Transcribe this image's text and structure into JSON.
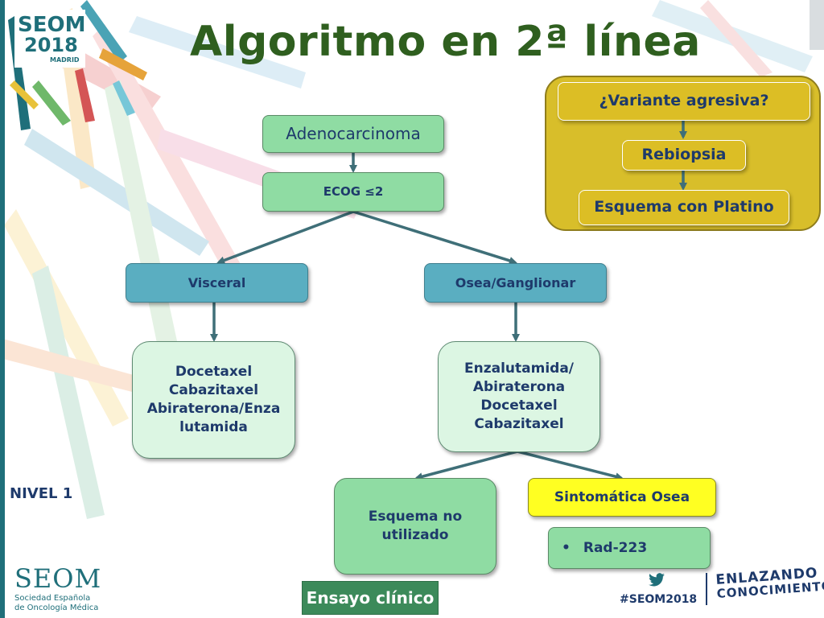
{
  "title": "Algoritmo en 2ª línea",
  "logo": {
    "line1": "SEOM",
    "line2": "2018",
    "line3": "MADRID"
  },
  "nodes": {
    "adenocarcinoma": "Adenocarcinoma",
    "ecog": "ECOG ≤2",
    "visceral": "Visceral",
    "osea": "Osea/Ganglionar",
    "visceral_tx": [
      "Docetaxel",
      "Cabazitaxel",
      "Abiraterona/Enza",
      "lutamida"
    ],
    "osea_tx": [
      "Enzalutamida/",
      "Abiraterona",
      "Docetaxel",
      "Cabazitaxel"
    ],
    "esquema_no": [
      "Esquema no",
      "utilizado"
    ],
    "sintomatica": "Sintomática Osea",
    "rad_bullet": "•",
    "rad": "Rad-223"
  },
  "side_panel": {
    "q": "¿Variante agresiva?",
    "rebiopsia": "Rebiopsia",
    "platino": "Esquema con Platino"
  },
  "nivel": "NIVEL 1",
  "ensayo": "Ensayo clínico",
  "footer": {
    "seom": "SEOM",
    "seom_sub1": "Sociedad Española",
    "seom_sub2": "de Oncología Médica",
    "hashtag": "#SEOM2018",
    "enlazando1": "ENLAZANDO",
    "enlazando2": "CONOCIMIENTO",
    "twitter_icon": "twitter-bird-icon"
  },
  "colors": {
    "title": "#2f5f1f",
    "green_box": "#8fdca3",
    "teal_box": "#5aaec1",
    "pale_box": "#dcf6e3",
    "yellow_box": "#ffff22",
    "gold_panel": "#d8be2a",
    "arrow": "#3f6f78",
    "ensayo_bg": "#3c8a5a"
  }
}
